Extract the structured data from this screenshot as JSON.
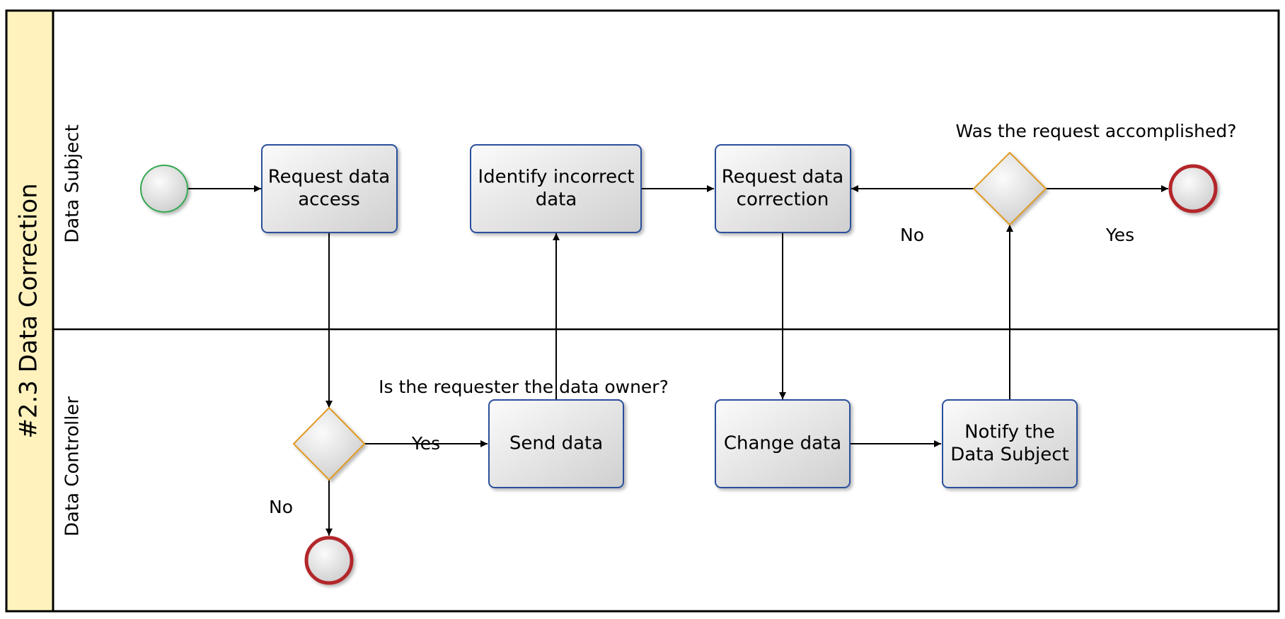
{
  "pool": {
    "title": "#2.3 Data Correction",
    "lanes": [
      {
        "id": "subject",
        "label": "Data Subject"
      },
      {
        "id": "controller",
        "label": "Data Controller"
      }
    ]
  },
  "tasks": {
    "request_access": {
      "lines": [
        "Request data",
        "access"
      ]
    },
    "identify_incorrect": {
      "lines": [
        "Identify incorrect",
        "data"
      ]
    },
    "request_correction": {
      "lines": [
        "Request data",
        "correction"
      ]
    },
    "send_data": {
      "lines": [
        "Send data"
      ]
    },
    "change_data": {
      "lines": [
        "Change data"
      ]
    },
    "notify_subject": {
      "lines": [
        "Notify the",
        "Data Subject"
      ]
    }
  },
  "gateways": {
    "owner_check": {
      "question": "Is the requester the data owner?"
    },
    "accomplished_check": {
      "question": "Was the request accomplished?"
    }
  },
  "edge_labels": {
    "owner_yes": "Yes",
    "owner_no": "No",
    "accomplished_no": "No",
    "accomplished_yes": "Yes"
  },
  "colors": {
    "task_border": "#2a4f9c",
    "gateway_border": "#e09a22",
    "start_border": "#34a853",
    "end_border": "#b3262a",
    "pool_band": "#fff2bd"
  }
}
